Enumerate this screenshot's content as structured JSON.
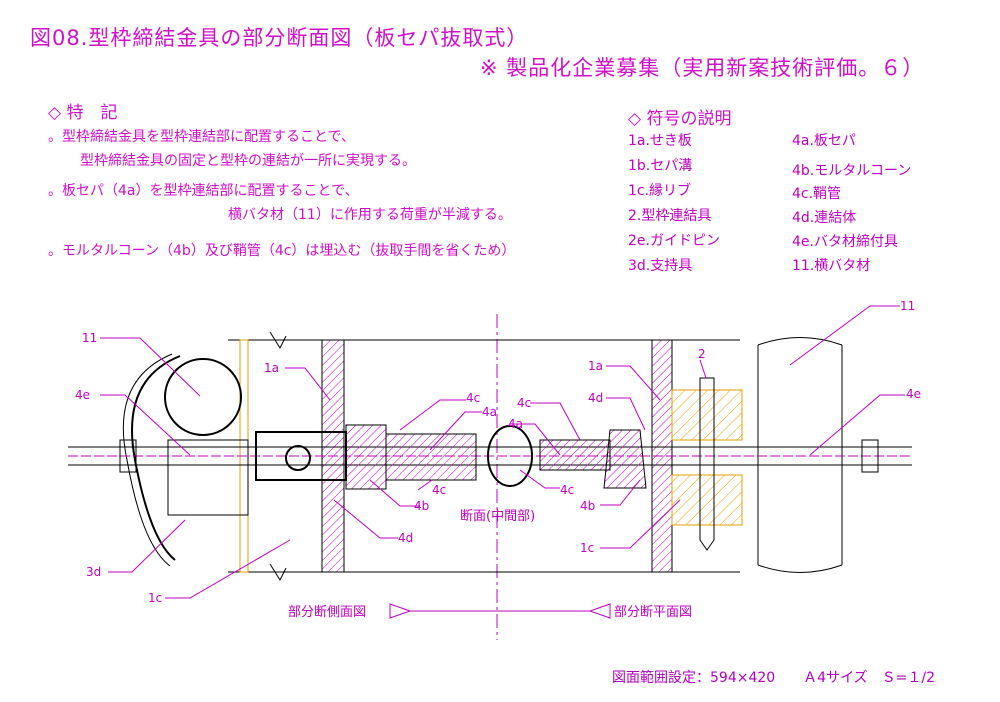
{
  "title": {
    "line1": "図08.型枠締結金具の部分断面図（板セパ抜取式）",
    "line2": "※ 製品化企業募集（実用新案技術評価。６）"
  },
  "features": {
    "heading": "◇ 特　記",
    "items": [
      "。型枠締結金具を型枠連結部に配置することで、",
      "型枠締結金具の固定と型枠の連結が一所に実現する。",
      "。板セパ（4a）を型枠連結部に配置することで、",
      "横バタ材（11）に作用する荷重が半減する。",
      "。モルタルコーン（4b）及び鞘管（4c）は埋込む（抜取手間を省くため）"
    ]
  },
  "legend": {
    "heading": "◇ 符号の説明",
    "col1": [
      "1a.せき板",
      "1b.セパ溝",
      "1c.縁リブ",
      "2.型枠連結具",
      "2e.ガイドピン",
      "3d.支持具"
    ],
    "col2": [
      "4a.板セパ",
      "4b.モルタルコーン",
      "4c.鞘管",
      "4d.連結体",
      "4e.バタ材締付具",
      "11.横バタ材"
    ]
  },
  "drawing": {
    "labels": {
      "l11_left": "11",
      "l4e_left": "4e",
      "l3d": "3d",
      "l1c_left": "1c",
      "l1a_left": "1a",
      "l4c_a": "4c",
      "l4a_a": "4a",
      "l4c_b": "4c",
      "l4b_left": "4b",
      "l4d_left": "4d",
      "l4c_c": "4c",
      "l4a_b": "4a",
      "l4d_right": "4d",
      "l1a_right": "1a",
      "l2": "2",
      "l4c_d": "4c",
      "l4b_right": "4b",
      "l1c_right": "1c",
      "l11_right": "11",
      "l4e_right": "4e"
    },
    "section_label": "断面(中間部)",
    "side_view": "部分断側面図",
    "plan_view": "部分断平面図"
  },
  "footer": "図面範囲設定：594×420　　Ａ4サイズ　Ｓ=１/2",
  "colors": {
    "magenta": "#d010c8",
    "yellow": "#e0a000",
    "black": "#000000"
  }
}
